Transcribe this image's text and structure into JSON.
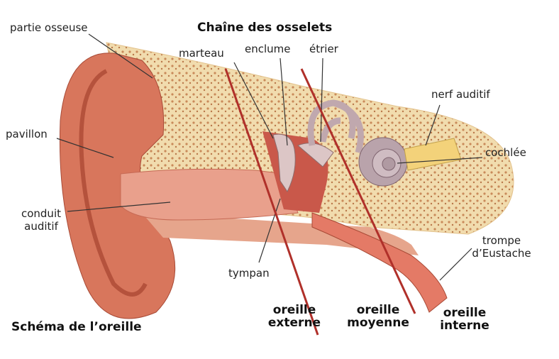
{
  "title": "Schéma de l’oreille",
  "chain_title": "Chaîne des osselets",
  "labels": {
    "partie_osseuse": "partie osseuse",
    "marteau": "marteau",
    "enclume": "enclume",
    "etrier": "étrier",
    "nerf_auditif": "nerf auditif",
    "pavillon": "pavillon",
    "cochlee": "cochlée",
    "conduit_1": "conduit",
    "conduit_2": "auditif",
    "trompe_1": "trompe",
    "trompe_2": "d’Eustache",
    "tympan": "tympan"
  },
  "regions": {
    "externe_1": "oreille",
    "externe_2": "externe",
    "moyenne_1": "oreille",
    "moyenne_2": "moyenne",
    "interne_1": "oreille",
    "interne_2": "interne"
  },
  "colors": {
    "divider": "#b0302a",
    "skin": "#d8765c",
    "bone": "#f1dcae",
    "canal": "#e9a08c",
    "cochlea": "#b9a3ab"
  }
}
